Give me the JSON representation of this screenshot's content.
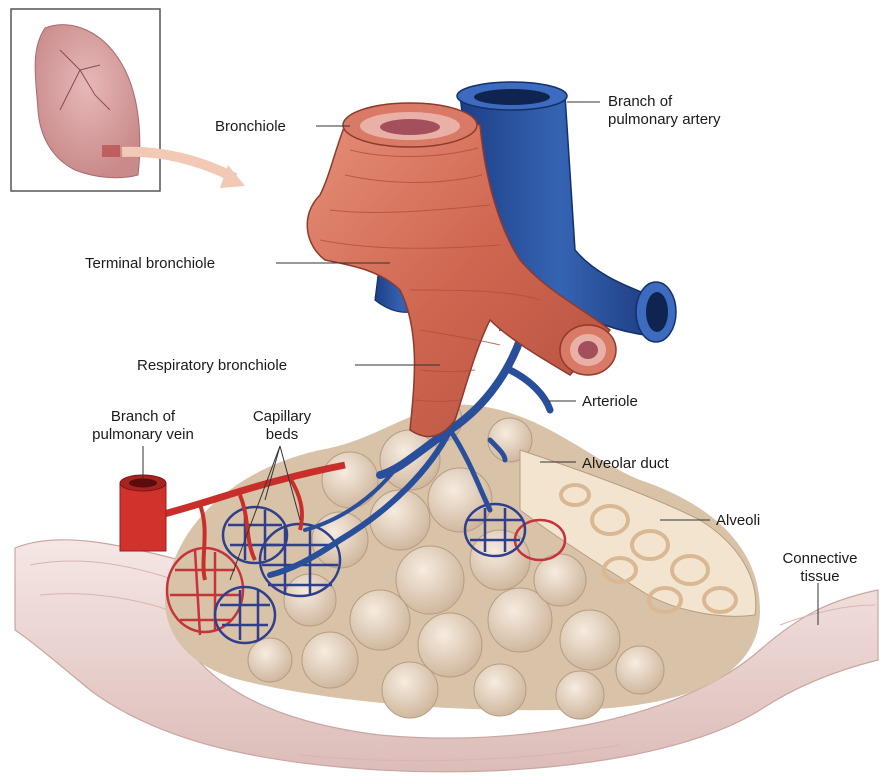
{
  "labels": {
    "bronchiole": "Bronchiole",
    "pulmonary_artery_line1": "Branch of",
    "pulmonary_artery_line2": "pulmonary artery",
    "terminal_bronchiole": "Terminal bronchiole",
    "respiratory_bronchiole": "Respiratory bronchiole",
    "arteriole": "Arteriole",
    "pulmonary_vein_line1": "Branch of",
    "pulmonary_vein_line2": "pulmonary vein",
    "capillary_line1": "Capillary",
    "capillary_line2": "beds",
    "alveolar_duct": "Alveolar duct",
    "alveoli": "Alveoli",
    "connective_line1": "Connective",
    "connective_line2": "tissue"
  },
  "colors": {
    "bronchiole": "#d06a55",
    "artery": "#2a4f9a",
    "vein": "#d2322c",
    "alveoli": "#e8d8c4",
    "connective": "#ecd6d3",
    "lung": "#d9a3a3"
  }
}
